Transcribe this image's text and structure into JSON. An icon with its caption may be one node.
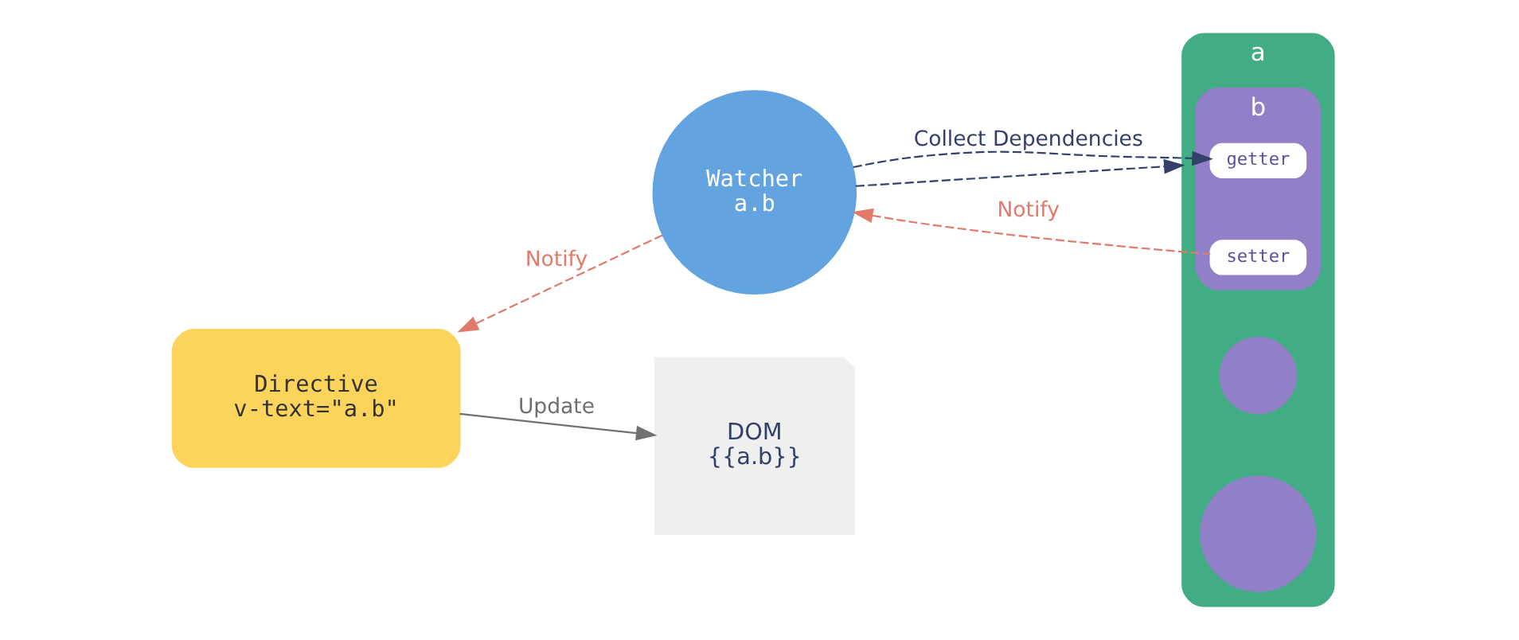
{
  "diagram": {
    "nodes": [
      {
        "text": [
          "Directive",
          "v-text=\"a.b\""
        ]
      },
      {
        "text": [
          "Watcher",
          "a.b"
        ]
      },
      {
        "text": [
          "DOM",
          "{{a.b}}"
        ]
      },
      {
        "text": [
          "a"
        ]
      },
      {
        "text": [
          "b"
        ],
        "in": 3
      },
      {
        "text": [
          "getter"
        ],
        "in": 4
      },
      {
        "text": [
          "setter"
        ],
        "in": 4
      },
      {
        "text": [],
        "shape": "circle",
        "in": 3
      },
      {
        "text": [],
        "shape": "circle",
        "in": 3
      }
    ],
    "edges": [
      {
        "from": 1,
        "to": 0,
        "arrow": "to",
        "label": "Notify",
        "style": "dashed",
        "color": "#e07b6c"
      },
      {
        "from": 0,
        "to": 2,
        "arrow": "to",
        "label": "Update",
        "color": "#707070"
      },
      {
        "from": 1,
        "to": 5,
        "arrow": "to",
        "label": "Collect Dependencies",
        "style": "dashed",
        "color": "#34406a"
      },
      {
        "from": 1,
        "to": 3,
        "arrow": "to",
        "style": "dashed",
        "color": "#34406a"
      },
      {
        "from": 6,
        "to": 1,
        "arrow": "to",
        "label": "Notify",
        "style": "dashed",
        "color": "#e07b6c"
      }
    ]
  }
}
